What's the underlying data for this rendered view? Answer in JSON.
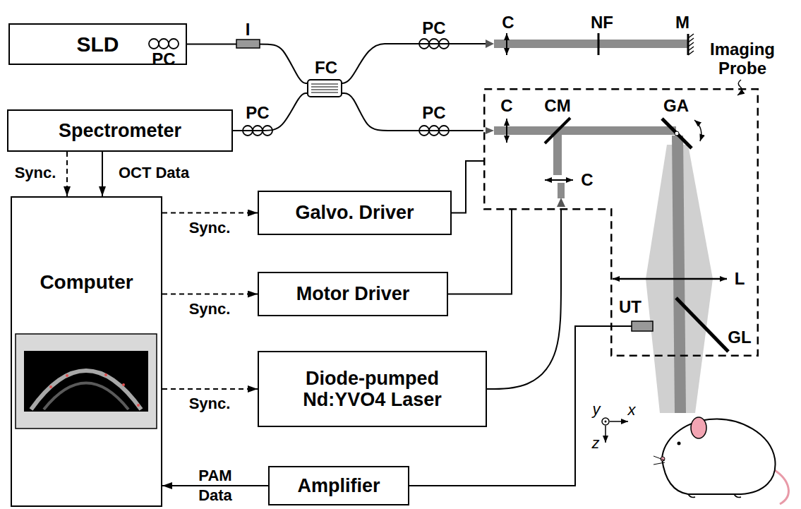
{
  "diagram": {
    "nodes": [
      {
        "text": [
          "SLD"
        ]
      },
      {
        "text": [
          "FC"
        ]
      },
      {
        "text": [
          "Spectrometer"
        ]
      },
      {
        "text": [
          "Imaging Probe"
        ]
      },
      {
        "text": [
          "Computer"
        ]
      },
      {
        "text": [
          "Galvo. Driver"
        ]
      },
      {
        "text": [
          "Motor Driver"
        ]
      },
      {
        "text": [
          "Diode-pumped Nd:YVO4 Laser"
        ]
      },
      {
        "text": [
          "Amplifier"
        ]
      }
    ],
    "edges": [
      {
        "from": 0,
        "to": 1,
        "arrow": "none"
      },
      {
        "from": 2,
        "to": 1,
        "arrow": "none"
      },
      {
        "from": 1,
        "to": 3,
        "arrow": "none"
      },
      {
        "from": 2,
        "to": 4,
        "label": "Sync.",
        "arrow": "to"
      },
      {
        "from": 2,
        "to": 4,
        "label": "OCT Data",
        "arrow": "to"
      },
      {
        "from": 4,
        "to": 5,
        "label": "Sync.",
        "arrow": "to"
      },
      {
        "from": 4,
        "to": 6,
        "label": "Sync.",
        "arrow": "to"
      },
      {
        "from": 4,
        "to": 7,
        "label": "Sync.",
        "arrow": "to"
      },
      {
        "from": 5,
        "to": 3,
        "arrow": "none"
      },
      {
        "from": 6,
        "to": 3,
        "arrow": "none"
      },
      {
        "from": 7,
        "to": 3,
        "arrow": "none"
      },
      {
        "from": 8,
        "to": 3,
        "arrow": "none"
      },
      {
        "from": 8,
        "to": 4,
        "label": "PAM Data",
        "arrow": "to"
      }
    ],
    "labels": [
      "PC",
      "I",
      "PC",
      "C",
      "NF",
      "M",
      "PC",
      "PC",
      "C",
      "CM",
      "GA",
      "C",
      "L",
      "UT",
      "GL",
      "y",
      "x",
      "z"
    ]
  }
}
